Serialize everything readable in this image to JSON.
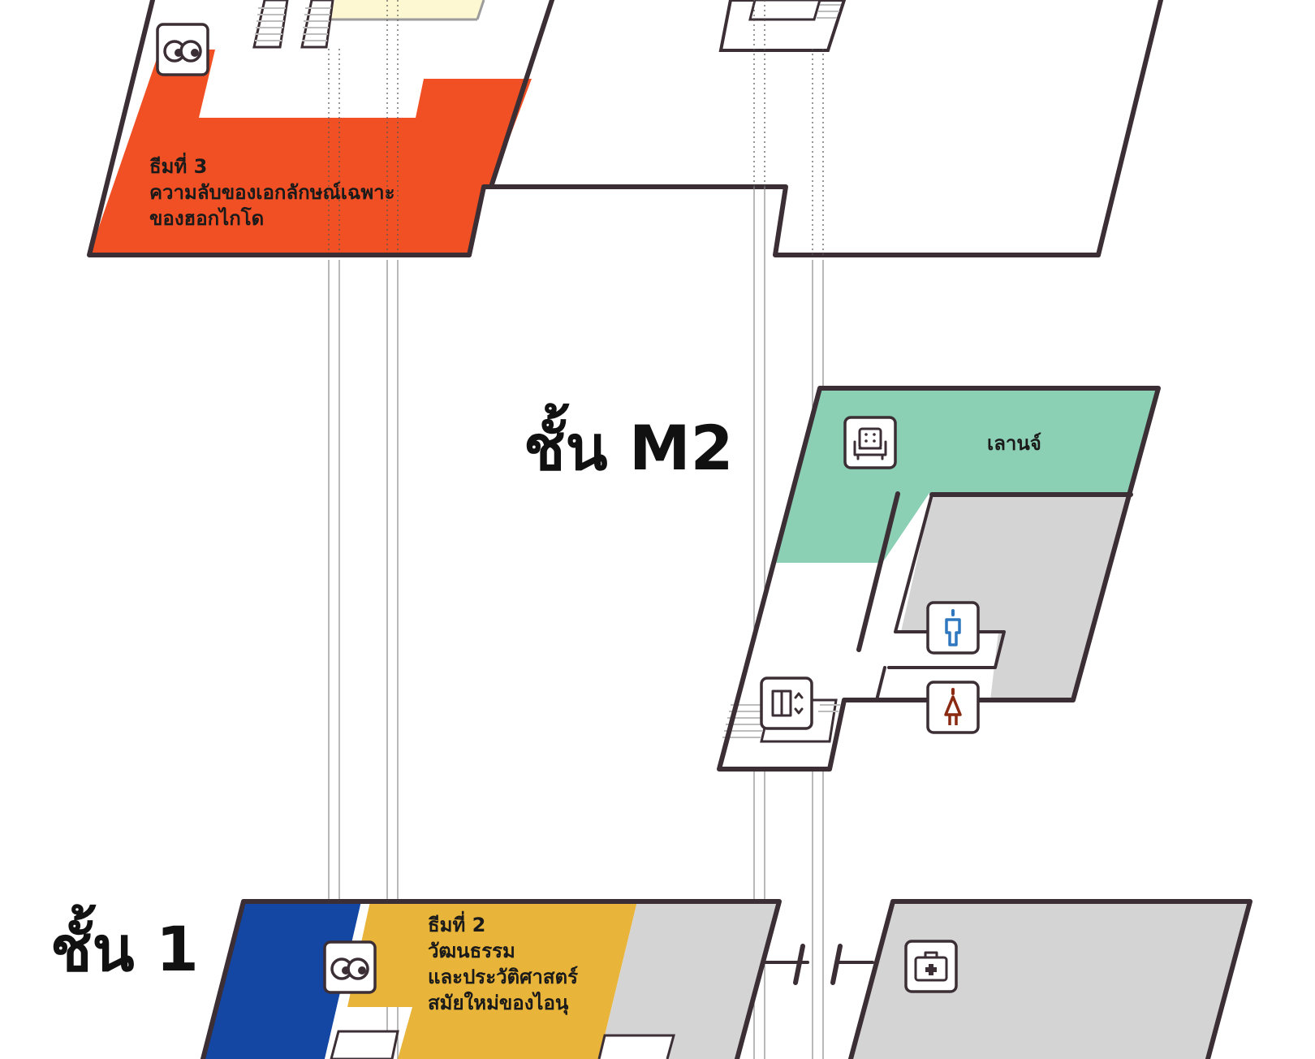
{
  "floors": {
    "m2": {
      "label": "ชั้น M2"
    },
    "f1": {
      "label": "ชั้น 1"
    }
  },
  "zones": {
    "theme3": {
      "lines": [
        "ธีมที่ 3",
        "ความลับของเอกลักษณ์เฉพาะ",
        "ของฮอกไกโด"
      ]
    },
    "theme2": {
      "lines": [
        "ธีมที่ 2",
        "วัฒนธรรม",
        "และประวัติศาสตร์",
        "สมัยใหม่ของไอนุ"
      ]
    },
    "lounge": {
      "label": "เลานจ์"
    }
  },
  "colors": {
    "theme3": "#f05023",
    "theme2": "#e8b43a",
    "blue": "#1447a3",
    "lounge": "#8bcfb5",
    "gray": "#d4d4d4",
    "cream": "#fdf7d2",
    "outline": "#3b2e34",
    "male": "#2f78c0",
    "female": "#8a2a12"
  },
  "icons": [
    "eyes-icon",
    "lounge-sofa-icon",
    "male-restroom-icon",
    "female-restroom-icon",
    "elevator-icon",
    "first-aid-icon"
  ]
}
